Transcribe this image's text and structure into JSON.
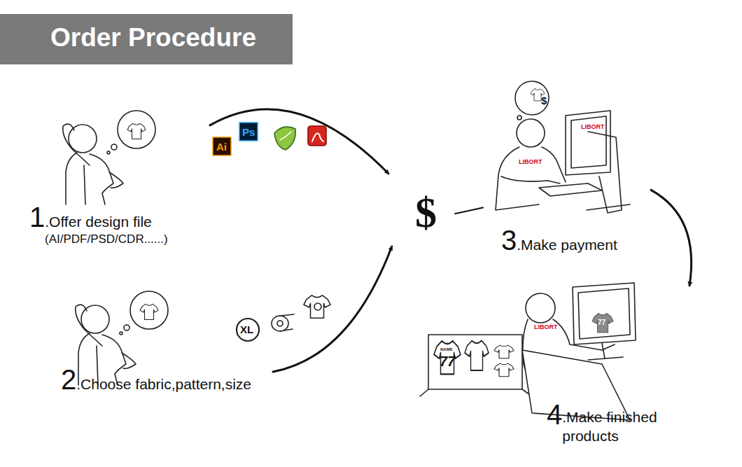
{
  "diagram": {
    "title": "Order Procedure",
    "nodes": [
      {
        "text": [
          "1",
          ".Offer design file",
          "(AI/PDF/PSD/CDR......)"
        ]
      },
      {
        "text": [
          "2",
          ".Choose fabric,pattern,size"
        ]
      },
      {
        "text": [
          "$"
        ]
      },
      {
        "text": [
          "3",
          ".Make payment"
        ]
      },
      {
        "text": [
          "4",
          ".Make finished products"
        ]
      }
    ],
    "edges": [
      {
        "from": 0,
        "to": 2,
        "arrow": "to"
      },
      {
        "from": 1,
        "to": 2,
        "arrow": "to"
      },
      {
        "from": 2,
        "to": 3,
        "arrow": "none"
      },
      {
        "from": 3,
        "to": 4,
        "arrow": "to"
      }
    ],
    "labels": [
      "Ai",
      "Ps",
      "$",
      "XL",
      "LIBORT",
      "LIBORT",
      "LIBORT",
      "NAME",
      "77",
      "77"
    ]
  }
}
